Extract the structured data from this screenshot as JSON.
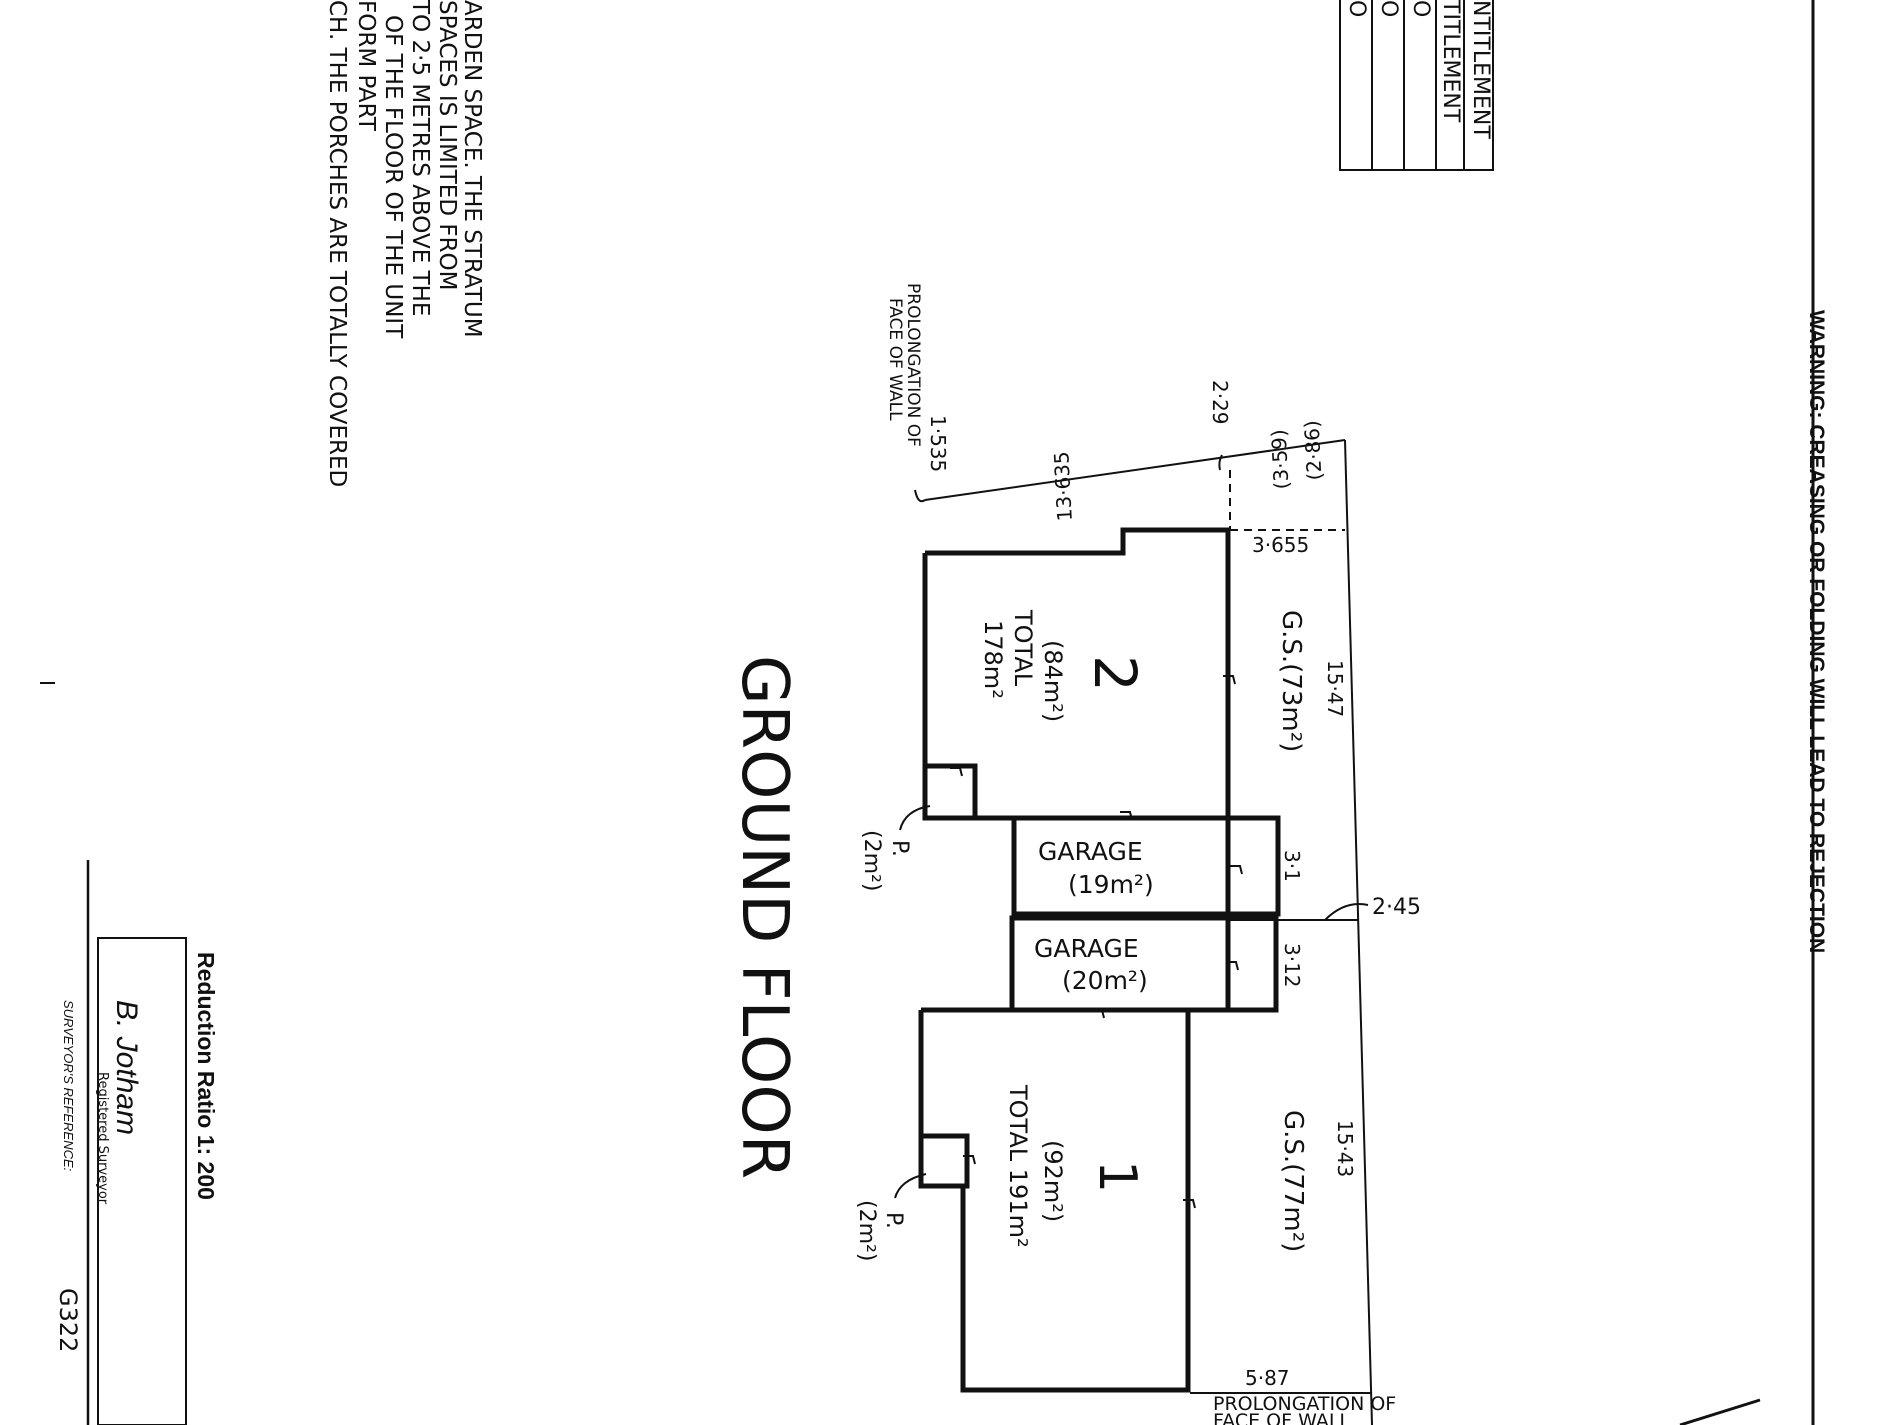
{
  "warning": "WARNING: CREASING OR FOLDING WILL LEAD TO REJECTION",
  "notes": [
    "ARDEN SPACE. THE STRATUM",
    "SPACES IS LIMITED FROM",
    "TO 2·5 METRES ABOVE THE",
    "OF THE FLOOR OF THE UNIT",
    "FORM PART",
    "CH. THE PORCHES ARE TOTALLY  COVERED"
  ],
  "table_rows": [
    "NTITLEMENT",
    "TITLEMENT",
    "O",
    "O",
    "O"
  ],
  "plan_title": "GROUND FLOOR",
  "unit2": {
    "number": "2",
    "area": "(84m²)",
    "total_label": "TOTAL",
    "total_area": "178m²",
    "gs": "G.S.(73m²)",
    "porch_label": "P.",
    "porch_area": "(2m²)"
  },
  "unit1": {
    "number": "1",
    "area": "(92m²)",
    "total": "TOTAL 191m²",
    "gs": "G.S.(77m²)",
    "porch_label": "P.",
    "porch_area": "(2m²)"
  },
  "garage_a": {
    "label": "GARAGE",
    "area": "(19m²)"
  },
  "garage_b": {
    "label": "GARAGE",
    "area": "(20m²)"
  },
  "dimensions": {
    "d1535": "1·535",
    "d2_29": "2·29",
    "d13_635": "13·635",
    "d3_59": "(3·59)",
    "d2_86": "(2·86)",
    "d3_655": "3·655",
    "d15_47": "15·47",
    "d3_1": "3·1",
    "d2_45": "2·45",
    "d3_12": "3·12",
    "d15_43": "15·43",
    "d5_87": "5·87"
  },
  "prolongation_top": [
    "PROLONGATION OF",
    "FACE OF WALL"
  ],
  "prolongation_bottom": [
    "PROLONGATION OF",
    "FACE OF WALL"
  ],
  "reduction": "Reduction  Ratio  1: 200",
  "surveyor_label": "Registered Surveyor",
  "signature": "B. Jotham",
  "surveyor_reference_label": "SURVEYOR'S REFERENCE:",
  "surveyor_reference_value": "G322"
}
